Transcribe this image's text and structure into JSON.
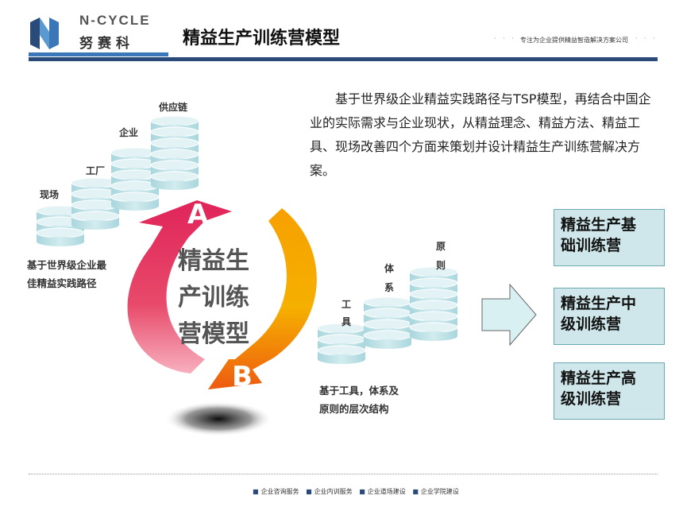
{
  "header": {
    "brand_en": "N-CYCLE",
    "brand_cn": "努赛科",
    "title": "精益生产训练营模型",
    "tagline": "专注为企业提供精益智造解决方案公司",
    "dots_left": "· · ·",
    "dots_right": "· · ·"
  },
  "intro": "基于世界级企业精益实践路径与TSP模型，再结合中国企业的实际需求与企业现状，从精益理念、精益方法、精益工具、现场改善四个方面来策划并设计精益生产训练营解决方案。",
  "left_stack": {
    "labels": [
      "现场",
      "工厂",
      "企业",
      "供应链"
    ],
    "caption_line1": "基于世界级企业最",
    "caption_line2": "佳精益实践路径"
  },
  "cycle": {
    "letter_a": "A",
    "letter_b": "B",
    "title_lines": [
      "精益生",
      "产训练",
      "营模型"
    ]
  },
  "mid_stack": {
    "label_tool_1": "工",
    "label_tool_2": "具",
    "label_system_1": "体",
    "label_system_2": "系",
    "label_principle_1": "原",
    "label_principle_2": "则",
    "caption_line1": "基于工具，体系及",
    "caption_line2": "原则的层次结构"
  },
  "camps": [
    {
      "line1": "精益生产基",
      "line2": "础训练营"
    },
    {
      "line1": "精益生产中",
      "line2": "级训练营"
    },
    {
      "line1": "精益生产高",
      "line2": "级训练营"
    }
  ],
  "footer": {
    "links": [
      "企业咨询服务",
      "企业内训服务",
      "企业道场建设",
      "企业学院建设"
    ]
  },
  "colors": {
    "brand_dark": "#2a4a7a",
    "brand_blue": "#3a76b8",
    "disk_fill": "#bfe0e6",
    "camp_fill": "#cfe7ea",
    "arrow_red": "#d61f4b",
    "arrow_orange": "#f08a1c"
  }
}
